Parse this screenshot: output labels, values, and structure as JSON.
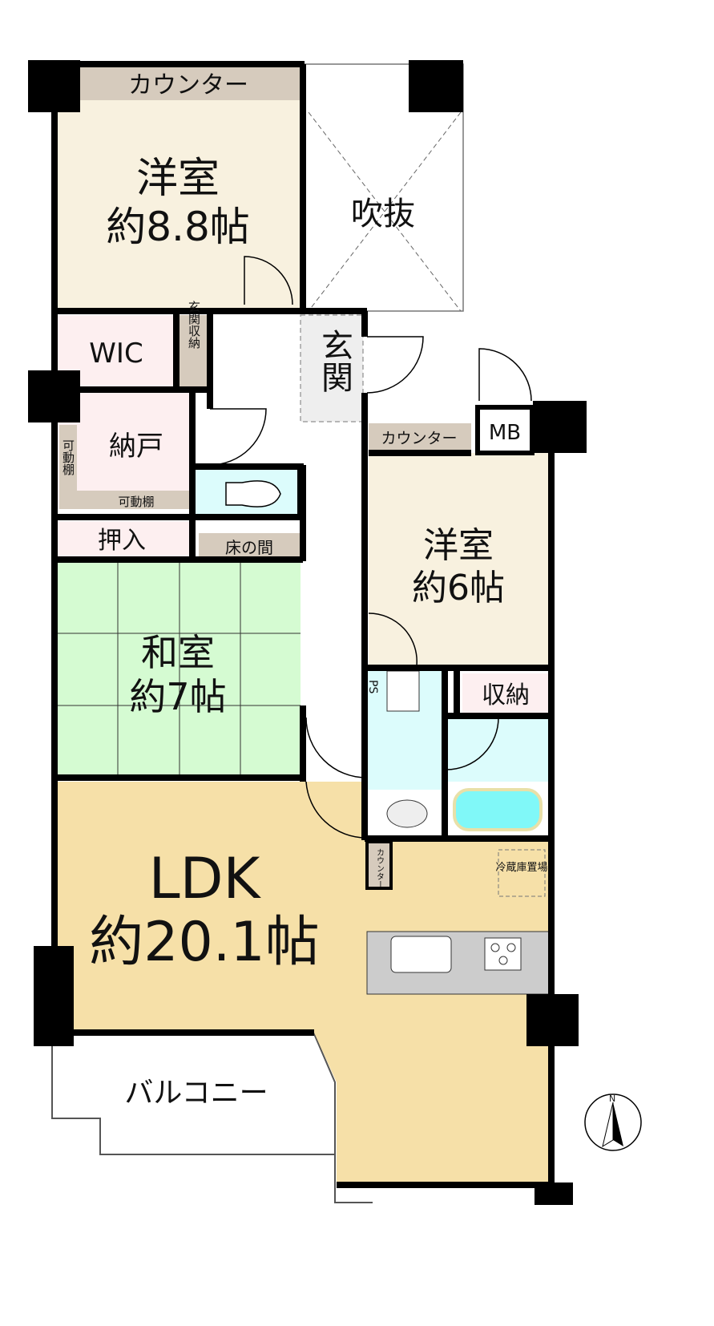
{
  "rooms": {
    "western_room_1": {
      "name": "洋室",
      "size": "約8.8帖",
      "counter": "カウンター"
    },
    "void": {
      "name": "吹抜"
    },
    "wic": {
      "name": "WIC"
    },
    "entrance_storage": {
      "name": "玄関収納"
    },
    "entrance": {
      "name": "玄関"
    },
    "storeroom": {
      "name": "納戸",
      "shelf_vertical": "可動棚",
      "shelf_horizontal": "可動棚"
    },
    "closet": {
      "name": "押入"
    },
    "alcove": {
      "name": "床の間"
    },
    "japanese_room": {
      "name": "和室",
      "size": "約7帖"
    },
    "western_room_2": {
      "name": "洋室",
      "size": "約6帖",
      "counter": "カウンター"
    },
    "mb": {
      "name": "MB"
    },
    "ps": {
      "name": "PS"
    },
    "storage": {
      "name": "収納"
    },
    "ldk": {
      "name": "LDK",
      "size": "約20.1帖",
      "counter": "カウンター",
      "fridge": "冷蔵庫置場"
    },
    "balcony": {
      "name": "バルコニー"
    }
  },
  "compass": {
    "label": "N"
  },
  "colors": {
    "western": "#f8f1df",
    "pink": "#fdeff0",
    "tatami": "#d5fbd2",
    "ldk": "#f6e0a8",
    "wet": "#dcfcfc",
    "counter": "#d6cbbd",
    "wall": "#000000"
  }
}
